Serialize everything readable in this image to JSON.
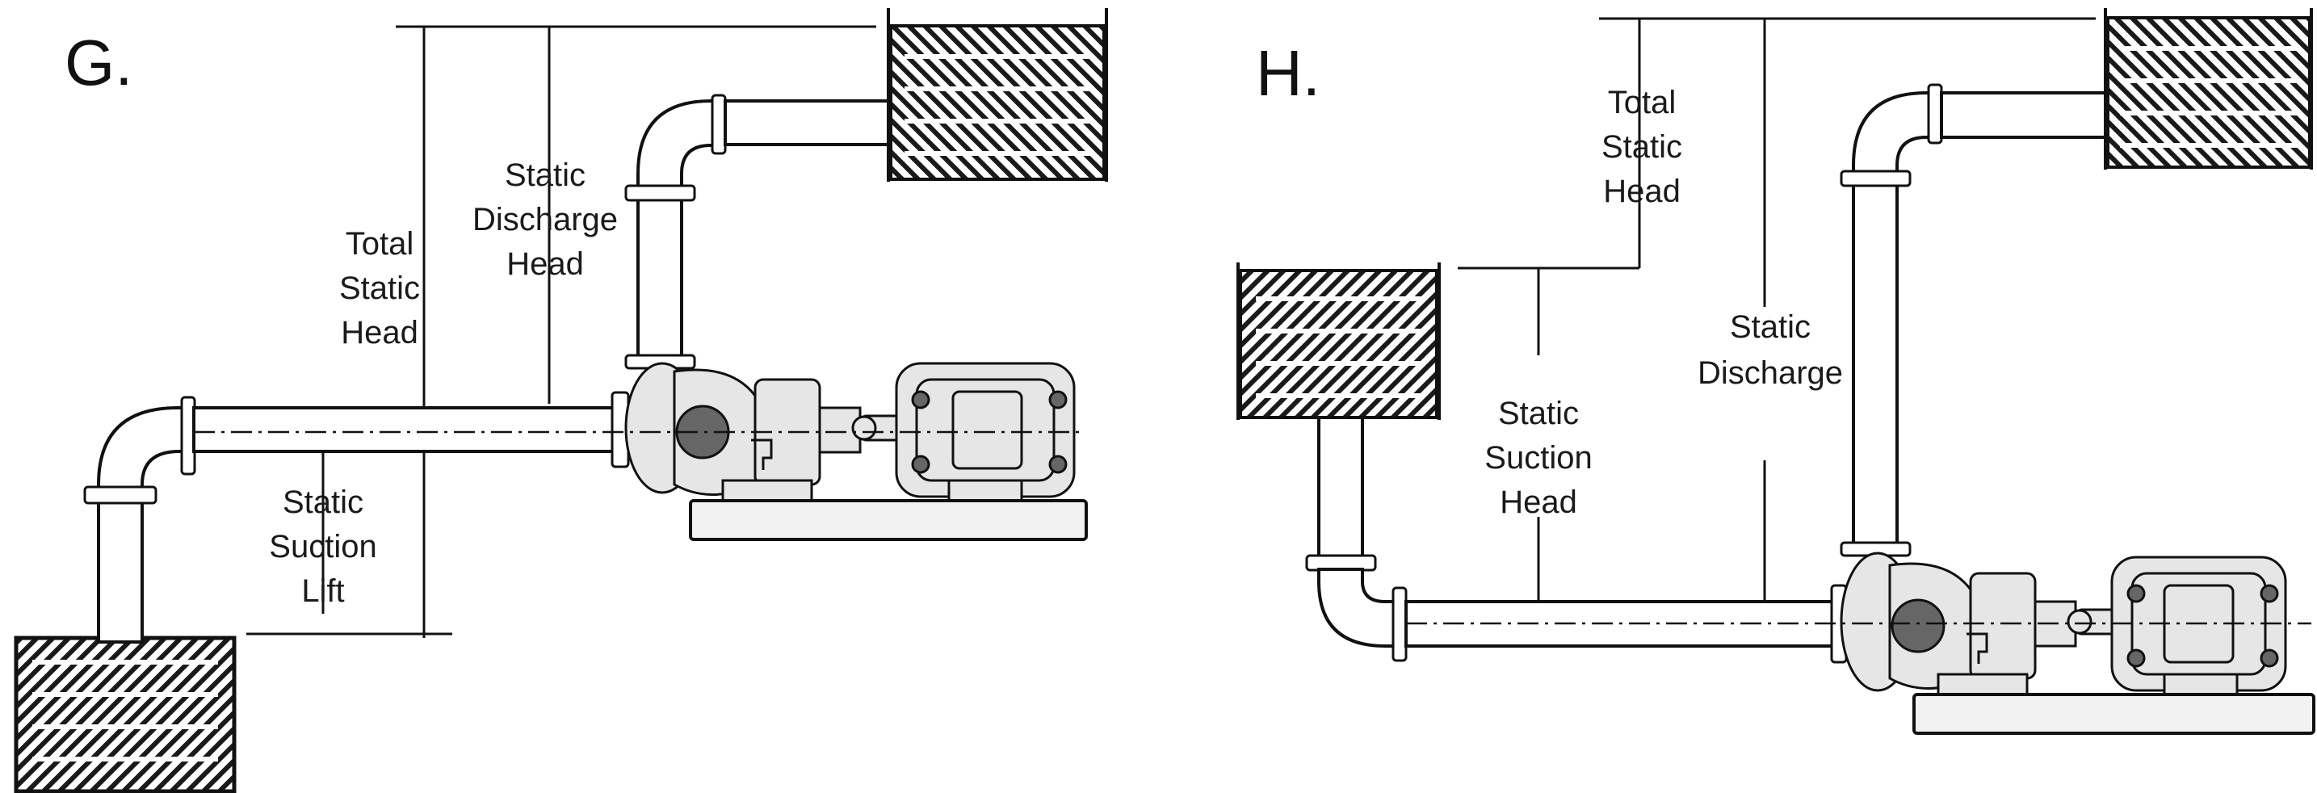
{
  "panels": [
    {
      "letter": "G.",
      "labels": {
        "total_static_head": [
          "Total",
          "Static",
          "Head"
        ],
        "static_discharge_head": [
          "Static",
          "Discharge",
          "Head"
        ],
        "static_suction_lift": [
          "Static",
          "Suction",
          "Lift"
        ]
      }
    },
    {
      "letter": "H.",
      "labels": {
        "total_static_head": [
          "Total",
          "Static",
          "Head"
        ],
        "static_discharge": [
          "Static",
          "Discharge"
        ],
        "static_suction_head": [
          "Static",
          "Suction",
          "Head"
        ]
      }
    }
  ],
  "icons": [
    "tank-icon",
    "pump-icon",
    "motor-icon",
    "pipe-elbow-icon"
  ],
  "colors": {
    "ink": "#111111",
    "background": "#ffffff"
  }
}
